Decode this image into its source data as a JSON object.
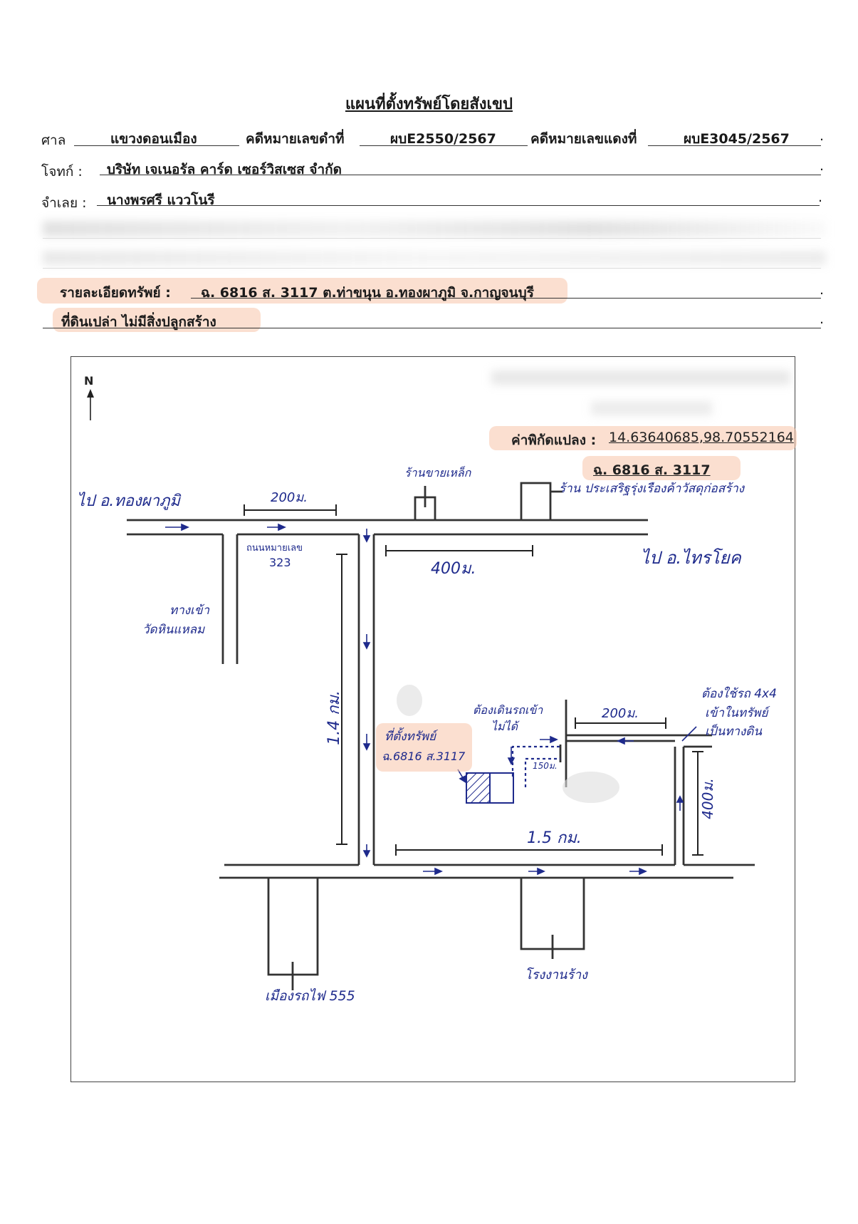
{
  "document": {
    "title": "แผนที่ตั้งทรัพย์โดยสังเขป",
    "court_label": "ศาล",
    "court_value": "แขวงดอนเมือง",
    "black_case_label": "คดีหมายเลขดำที่",
    "black_case_value": "ผบE2550/2567",
    "red_case_label": "คดีหมายเลขแดงที่",
    "red_case_value": "ผบE3045/2567",
    "plaintiff_label": "โจทก์ :",
    "plaintiff_value": "บริษัท เจเนอรัล คาร์ด เซอร์วิสเซส จำกัด",
    "defendant_label": "จำเลย :",
    "defendant_value": "นางพรศรี แววโนรี",
    "property_label": "รายละเอียดทรัพย์ :",
    "property_value": "ฉ. 6816 ส. 3117 ต.ท่าขนุน อ.ทองผาภูมิ จ.กาญจนบุรี",
    "property_value_2": "ที่ดินเปล่า ไม่มีสิ่งปลูกสร้าง",
    "line_end": "."
  },
  "map": {
    "north": "N",
    "coords_label": "ค่าพิกัดแปลง :",
    "coords_value": "14.63640685,98.70552164",
    "parcel_ref": "ฉ. 6816 ส. 3117",
    "to_thongphaphum": "ไป อ.ทองผาภูมิ",
    "to_saiyok": "ไป อ.ไทรโยค",
    "dist_200_top": "200ม.",
    "dist_400_top": "400ม.",
    "dist_14km": "1.4 กม.",
    "dist_15km": "1.5 กม.",
    "dist_200_right": "200ม.",
    "dist_400_right": "400ม.",
    "dist_150": "150ม.",
    "highway_label_1": "ถนนหมายเลข",
    "highway_label_2": "323",
    "wat_label_1": "ทางเข้า",
    "wat_label_2": "วัดหินแหลม",
    "steel_shop": "ร้านขายเหล็ก",
    "material_shop": "ร้าน ประเสริฐรุ่งเรืองค้าวัสดุก่อสร้าง",
    "walk_note_1": "ต้องเดินรถเข้า",
    "walk_note_2": "ไม่ได้",
    "four_wd_1": "ต้องใช้รถ 4x4",
    "four_wd_2": "เข้าในทรัพย์",
    "four_wd_3": "เป็นทางดิน",
    "site_label_1": "ที่ตั้งทรัพย์",
    "site_label_2": "ฉ.6816 ส.3117",
    "railway": "เมืองรถไฟ 555",
    "factory": "โรงงานร้าง"
  }
}
